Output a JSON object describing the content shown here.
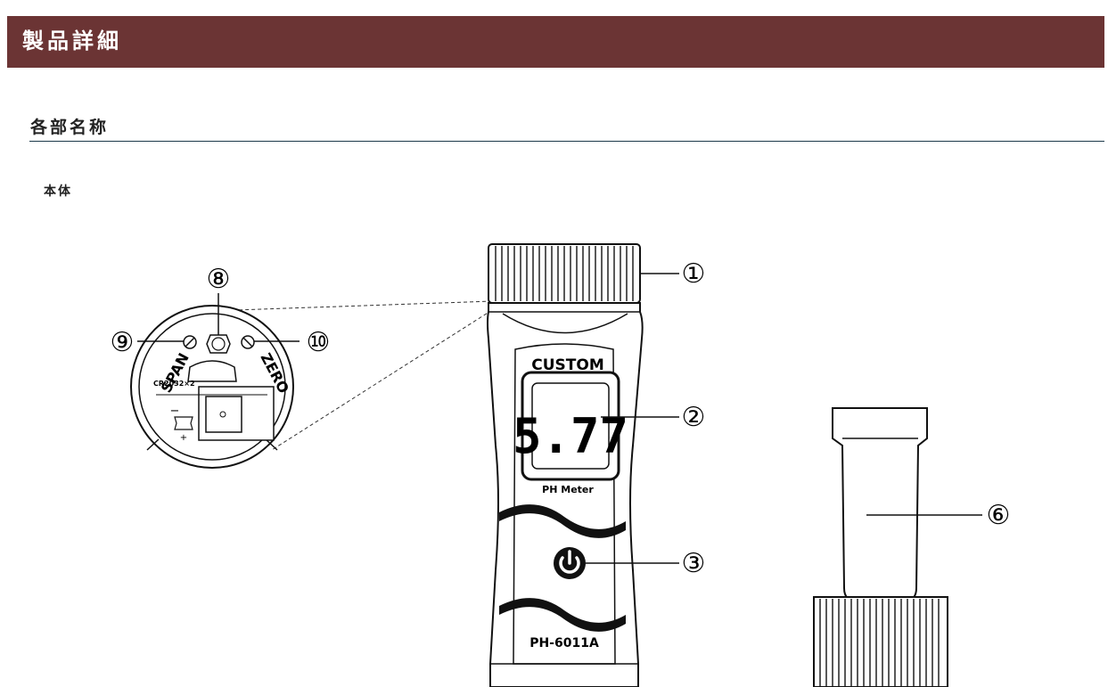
{
  "header": {
    "title": "製品詳細"
  },
  "section": {
    "title": "各部名称"
  },
  "subsection": {
    "title": "本体"
  },
  "diagram": {
    "callouts": [
      "①",
      "②",
      "③",
      "⑥",
      "⑧",
      "⑨",
      "⑩"
    ],
    "brand": "CUSTOM",
    "display_value": "5.77",
    "meter_label": "PH Meter",
    "model": "PH-6011A",
    "span_label": "SPAN",
    "zero_label": "ZERO",
    "battery_label": "CR2032×2",
    "minus_sign": "−",
    "plus_sign": "+"
  },
  "icons": {
    "power": "power-icon"
  }
}
